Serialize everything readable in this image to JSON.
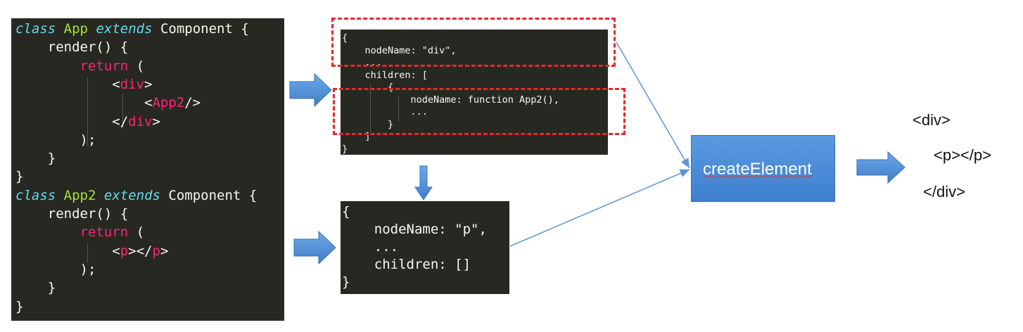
{
  "left_code": {
    "lines": [
      [
        {
          "t": "class",
          "c": "kw"
        },
        {
          "t": " "
        },
        {
          "t": "App",
          "c": "cls"
        },
        {
          "t": " "
        },
        {
          "t": "extends",
          "c": "kw"
        },
        {
          "t": " Component {"
        }
      ],
      [
        {
          "t": "    render() {"
        }
      ],
      [
        {
          "t": "        "
        },
        {
          "t": "return",
          "c": "red"
        },
        {
          "t": " ("
        }
      ],
      [
        {
          "t": "            <"
        },
        {
          "t": "div",
          "c": "red"
        },
        {
          "t": ">"
        }
      ],
      [
        {
          "t": "                <"
        },
        {
          "t": "App2",
          "c": "red"
        },
        {
          "t": "/>"
        }
      ],
      [
        {
          "t": "            </"
        },
        {
          "t": "div",
          "c": "red"
        },
        {
          "t": ">"
        }
      ],
      [
        {
          "t": "        );"
        }
      ],
      [
        {
          "t": "    }"
        }
      ],
      [
        {
          "t": "}"
        }
      ],
      [
        {
          "t": "class",
          "c": "kw"
        },
        {
          "t": " "
        },
        {
          "t": "App2",
          "c": "cls"
        },
        {
          "t": " "
        },
        {
          "t": "extends",
          "c": "kw"
        },
        {
          "t": " Component {"
        }
      ],
      [
        {
          "t": "    render() {"
        }
      ],
      [
        {
          "t": "        "
        },
        {
          "t": "return",
          "c": "red"
        },
        {
          "t": " ("
        }
      ],
      [
        {
          "t": "            <"
        },
        {
          "t": "p",
          "c": "red"
        },
        {
          "t": "></"
        },
        {
          "t": "p",
          "c": "red"
        },
        {
          "t": ">"
        }
      ],
      [
        {
          "t": "        );"
        }
      ],
      [
        {
          "t": "    }"
        }
      ],
      [
        {
          "t": "}"
        }
      ]
    ]
  },
  "vnode_app": {
    "lines": [
      [
        {
          "t": "{"
        }
      ],
      [
        {
          "t": "    nodeName: \"div\","
        }
      ],
      [
        {
          "t": "    ..."
        }
      ],
      [
        {
          "t": "    children: ["
        }
      ],
      [
        {
          "t": "        {"
        }
      ],
      [
        {
          "t": "            nodeName: function App2(),"
        }
      ],
      [
        {
          "t": "            ..."
        }
      ],
      [
        {
          "t": "        }"
        }
      ],
      [
        {
          "t": "    ]"
        }
      ],
      [
        {
          "t": "}"
        }
      ]
    ]
  },
  "vnode_p": {
    "lines": [
      [
        {
          "t": "{"
        }
      ],
      [
        {
          "t": "    nodeName: \"p\","
        }
      ],
      [
        {
          "t": "    ..."
        }
      ],
      [
        {
          "t": "    children: []"
        }
      ],
      [
        {
          "t": "}"
        }
      ]
    ]
  },
  "create_element": {
    "label": "createElement"
  },
  "html_output": {
    "line1": "<div>",
    "line2": "<p></p>",
    "line3": "</div>"
  },
  "colors": {
    "code_bg": "#272822",
    "keyword": "#66d9ef",
    "class_name": "#a6e22e",
    "tag": "#f92672",
    "arrow": "#4f8fd6",
    "dash_box": "#e8272b",
    "create_box": "#4a8bd8"
  }
}
